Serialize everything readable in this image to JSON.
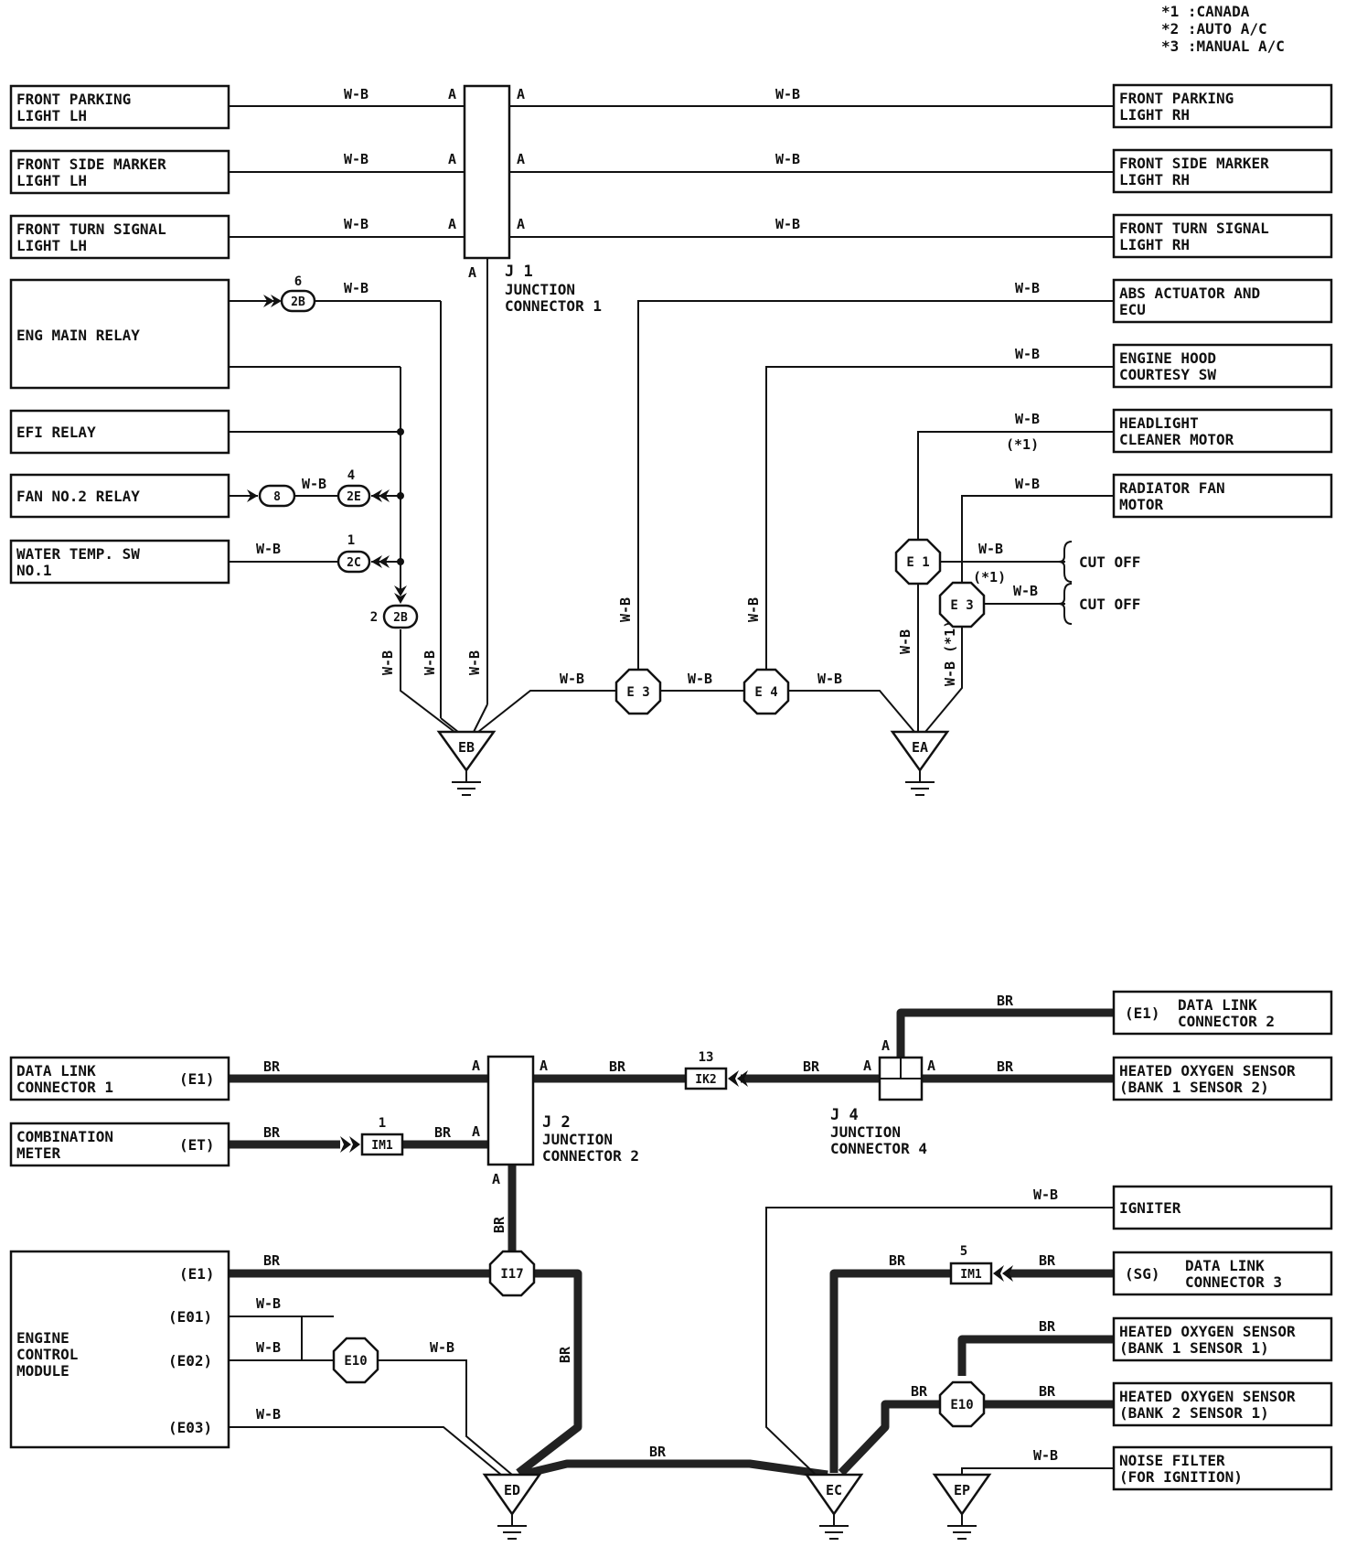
{
  "notes": [
    "*1 :CANADA",
    "*2 :AUTO A/C",
    "*3 :MANUAL A/C"
  ],
  "components_left_top": [
    {
      "l1": "FRONT PARKING",
      "l2": "LIGHT LH"
    },
    {
      "l1": "FRONT SIDE MARKER",
      "l2": "LIGHT LH"
    },
    {
      "l1": "FRONT TURN SIGNAL",
      "l2": "LIGHT LH"
    },
    {
      "l1": "ENG MAIN RELAY"
    },
    {
      "l1": "EFI RELAY"
    },
    {
      "l1": "FAN NO.2 RELAY"
    },
    {
      "l1": "WATER TEMP. SW",
      "l2": "NO.1"
    }
  ],
  "components_right_top": [
    {
      "l1": "FRONT PARKING",
      "l2": "LIGHT RH"
    },
    {
      "l1": "FRONT SIDE MARKER",
      "l2": "LIGHT RH"
    },
    {
      "l1": "FRONT TURN SIGNAL",
      "l2": "LIGHT RH"
    },
    {
      "l1": "ABS ACTUATOR AND",
      "l2": "ECU"
    },
    {
      "l1": "ENGINE HOOD",
      "l2": "COURTESY SW"
    },
    {
      "l1": "HEADLIGHT",
      "l2": "CLEANER MOTOR"
    },
    {
      "l1": "RADIATOR FAN",
      "l2": "MOTOR"
    }
  ],
  "components_left_bottom": [
    {
      "l1": "DATA LINK",
      "l2": "CONNECTOR 1",
      "pin": "(E1)"
    },
    {
      "l1": "COMBINATION",
      "l2": "METER",
      "pin": "(ET)"
    },
    {
      "l1": "ENGINE",
      "l2": "CONTROL",
      "l3": "MODULE",
      "pins": [
        "(E1)",
        "(E01)",
        "(E02)",
        "(E03)"
      ]
    }
  ],
  "components_right_bottom": [
    {
      "pin": "(E1)",
      "l1": "DATA LINK",
      "l2": "CONNECTOR 2"
    },
    {
      "l1": "HEATED OXYGEN SENSOR",
      "l2": "(BANK 1 SENSOR 2)"
    },
    {
      "l1": "IGNITER"
    },
    {
      "pin": "(SG)",
      "l1": "DATA LINK",
      "l2": "CONNECTOR 3"
    },
    {
      "l1": "HEATED OXYGEN SENSOR",
      "l2": "(BANK 1 SENSOR 1)"
    },
    {
      "l1": "HEATED OXYGEN SENSOR",
      "l2": "(BANK 2 SENSOR 1)"
    },
    {
      "l1": "NOISE FILTER",
      "l2": "(FOR IGNITION)"
    }
  ],
  "wires": {
    "wb": "W-B",
    "br": "BR"
  },
  "junctions": {
    "j1": {
      "id": "J 1",
      "l1": "JUNCTION",
      "l2": "CONNECTOR 1",
      "pin": "A"
    },
    "j2": {
      "id": "J 2",
      "l1": "JUNCTION",
      "l2": "CONNECTOR 2",
      "pin": "A"
    },
    "j4": {
      "id": "J 4",
      "l1": "JUNCTION",
      "l2": "CONNECTOR 4",
      "pin": "A"
    }
  },
  "connectors": {
    "c2b_top": "2B",
    "c2b_top_num": "6",
    "c8": "8",
    "c2e": "2E",
    "c2e_num": "4",
    "c2c": "2C",
    "c2c_num": "1",
    "c2b_low": "2B",
    "c2b_low_num": "2",
    "ik2": "IK2",
    "ik2_num": "13",
    "im1_a": "IM1",
    "im1_a_num": "1",
    "im1_b": "IM1",
    "im1_b_num": "5"
  },
  "splices": {
    "e3a": "E 3",
    "e4": "E 4",
    "e1": "E 1",
    "e3b": "E 3",
    "i17": "I17",
    "e10a": "E10",
    "e10b": "E10"
  },
  "grounds": {
    "eb": "EB",
    "ea": "EA",
    "ed": "ED",
    "ec": "EC",
    "ep": "EP"
  },
  "annotations": {
    "star1": "(*1)",
    "cut_off": "CUT OFF",
    "wb_star1": "W-B (*1)"
  }
}
